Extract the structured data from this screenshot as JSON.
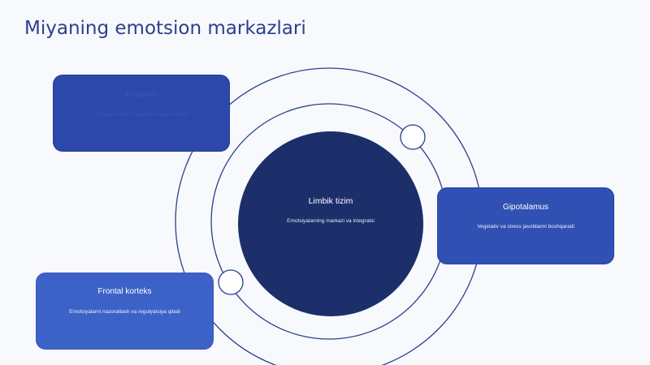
{
  "slide": {
    "title": "Miyaning emotsion markazlari"
  },
  "center": {
    "label": "Limbik tizim",
    "description": "Emotsiyalarning markazi va integratsi"
  },
  "cards": {
    "amygdala": {
      "label": "Amigdala",
      "description": "Qo'rquv va xavf signallarini qayta ishlash"
    },
    "hypothalamus": {
      "label": "Gipotalamus",
      "description": "Vegetativ va stress javoblarini boshqaradi"
    },
    "frontal": {
      "label": "Frontal korteks",
      "description": "Emotsiyalarni nazoratlash va regulyatsiya qiladi"
    }
  },
  "colors": {
    "title": "#2b3f8c",
    "ring": "#2b3f8c",
    "center_fill": "#1c2f6b",
    "card_amygdala": "#2d48ab",
    "card_hypothalamus": "#3050b3",
    "card_frontal": "#3c62c8"
  }
}
